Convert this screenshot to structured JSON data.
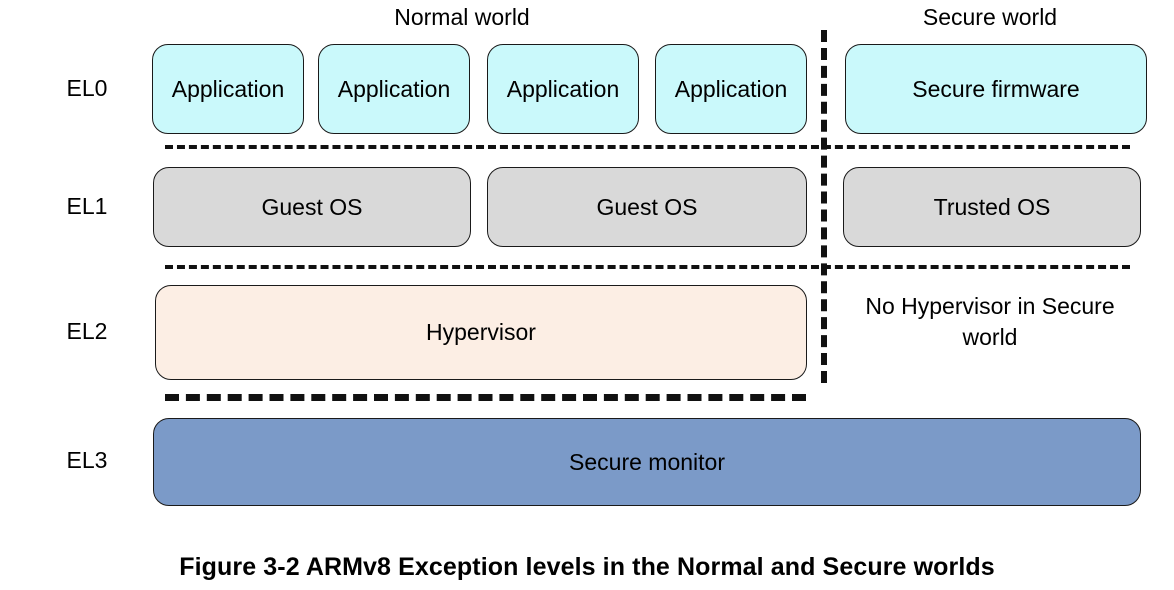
{
  "figure": {
    "caption": "Figure 3-2 ARMv8 Exception levels in the Normal and Secure worlds"
  },
  "worlds": {
    "normal": "Normal world",
    "secure": "Secure world",
    "divider": "vertical-dashed-divider"
  },
  "exception_levels": [
    {
      "id": "el0",
      "label": "EL0"
    },
    {
      "id": "el1",
      "label": "EL1"
    },
    {
      "id": "el2",
      "label": "EL2"
    },
    {
      "id": "el3",
      "label": "EL3"
    }
  ],
  "el0": {
    "normal_blocks": [
      {
        "label": "Application"
      },
      {
        "label": "Application"
      },
      {
        "label": "Application"
      },
      {
        "label": "Application"
      }
    ],
    "secure_blocks": [
      {
        "label": "Secure firmware"
      }
    ]
  },
  "el1": {
    "normal_blocks": [
      {
        "label": "Guest OS"
      },
      {
        "label": "Guest OS"
      }
    ],
    "secure_blocks": [
      {
        "label": "Trusted OS"
      }
    ]
  },
  "el2": {
    "normal_blocks": [
      {
        "label": "Hypervisor"
      }
    ],
    "secure_note": "No Hypervisor in Secure world"
  },
  "el3": {
    "spanning_blocks": [
      {
        "label": "Secure monitor"
      }
    ]
  },
  "colors": {
    "application": "#caf9fb",
    "secure_firmware": "#caf9fb",
    "guest_os": "#d9d9d9",
    "trusted_os": "#d9d9d9",
    "hypervisor": "#fceee4",
    "secure_monitor": "#7b9ac8",
    "outline": "#1a1a1a",
    "background": "#ffffff",
    "text": "#000000"
  }
}
